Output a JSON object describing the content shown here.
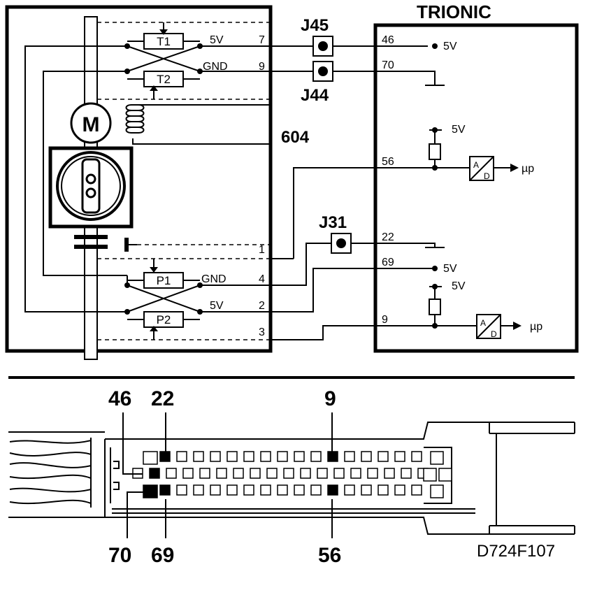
{
  "trionic": {
    "title": "TRIONIC"
  },
  "connectors": {
    "j45": "J45",
    "j44": "J44",
    "j31": "J31"
  },
  "components": {
    "motor": "M",
    "t1": "T1",
    "t2": "T2",
    "p1": "P1",
    "p2": "P2",
    "sensor_number": "604"
  },
  "labels": {
    "v5": "5V",
    "gnd": "GND",
    "ad_a": "A",
    "ad_d": "D",
    "mu_p": "µp"
  },
  "pins_left": {
    "p7": "7",
    "p9": "9",
    "p1": "1",
    "p4": "4",
    "p2": "2",
    "p3": "3"
  },
  "pins_ecu": {
    "p46": "46",
    "p70": "70",
    "p56": "56",
    "p22": "22",
    "p69": "69",
    "p9": "9"
  },
  "connector_pins": {
    "top": [
      "46",
      "22",
      "9"
    ],
    "bottom": [
      "70",
      "69",
      "56"
    ]
  },
  "figure_code": "D724F107"
}
